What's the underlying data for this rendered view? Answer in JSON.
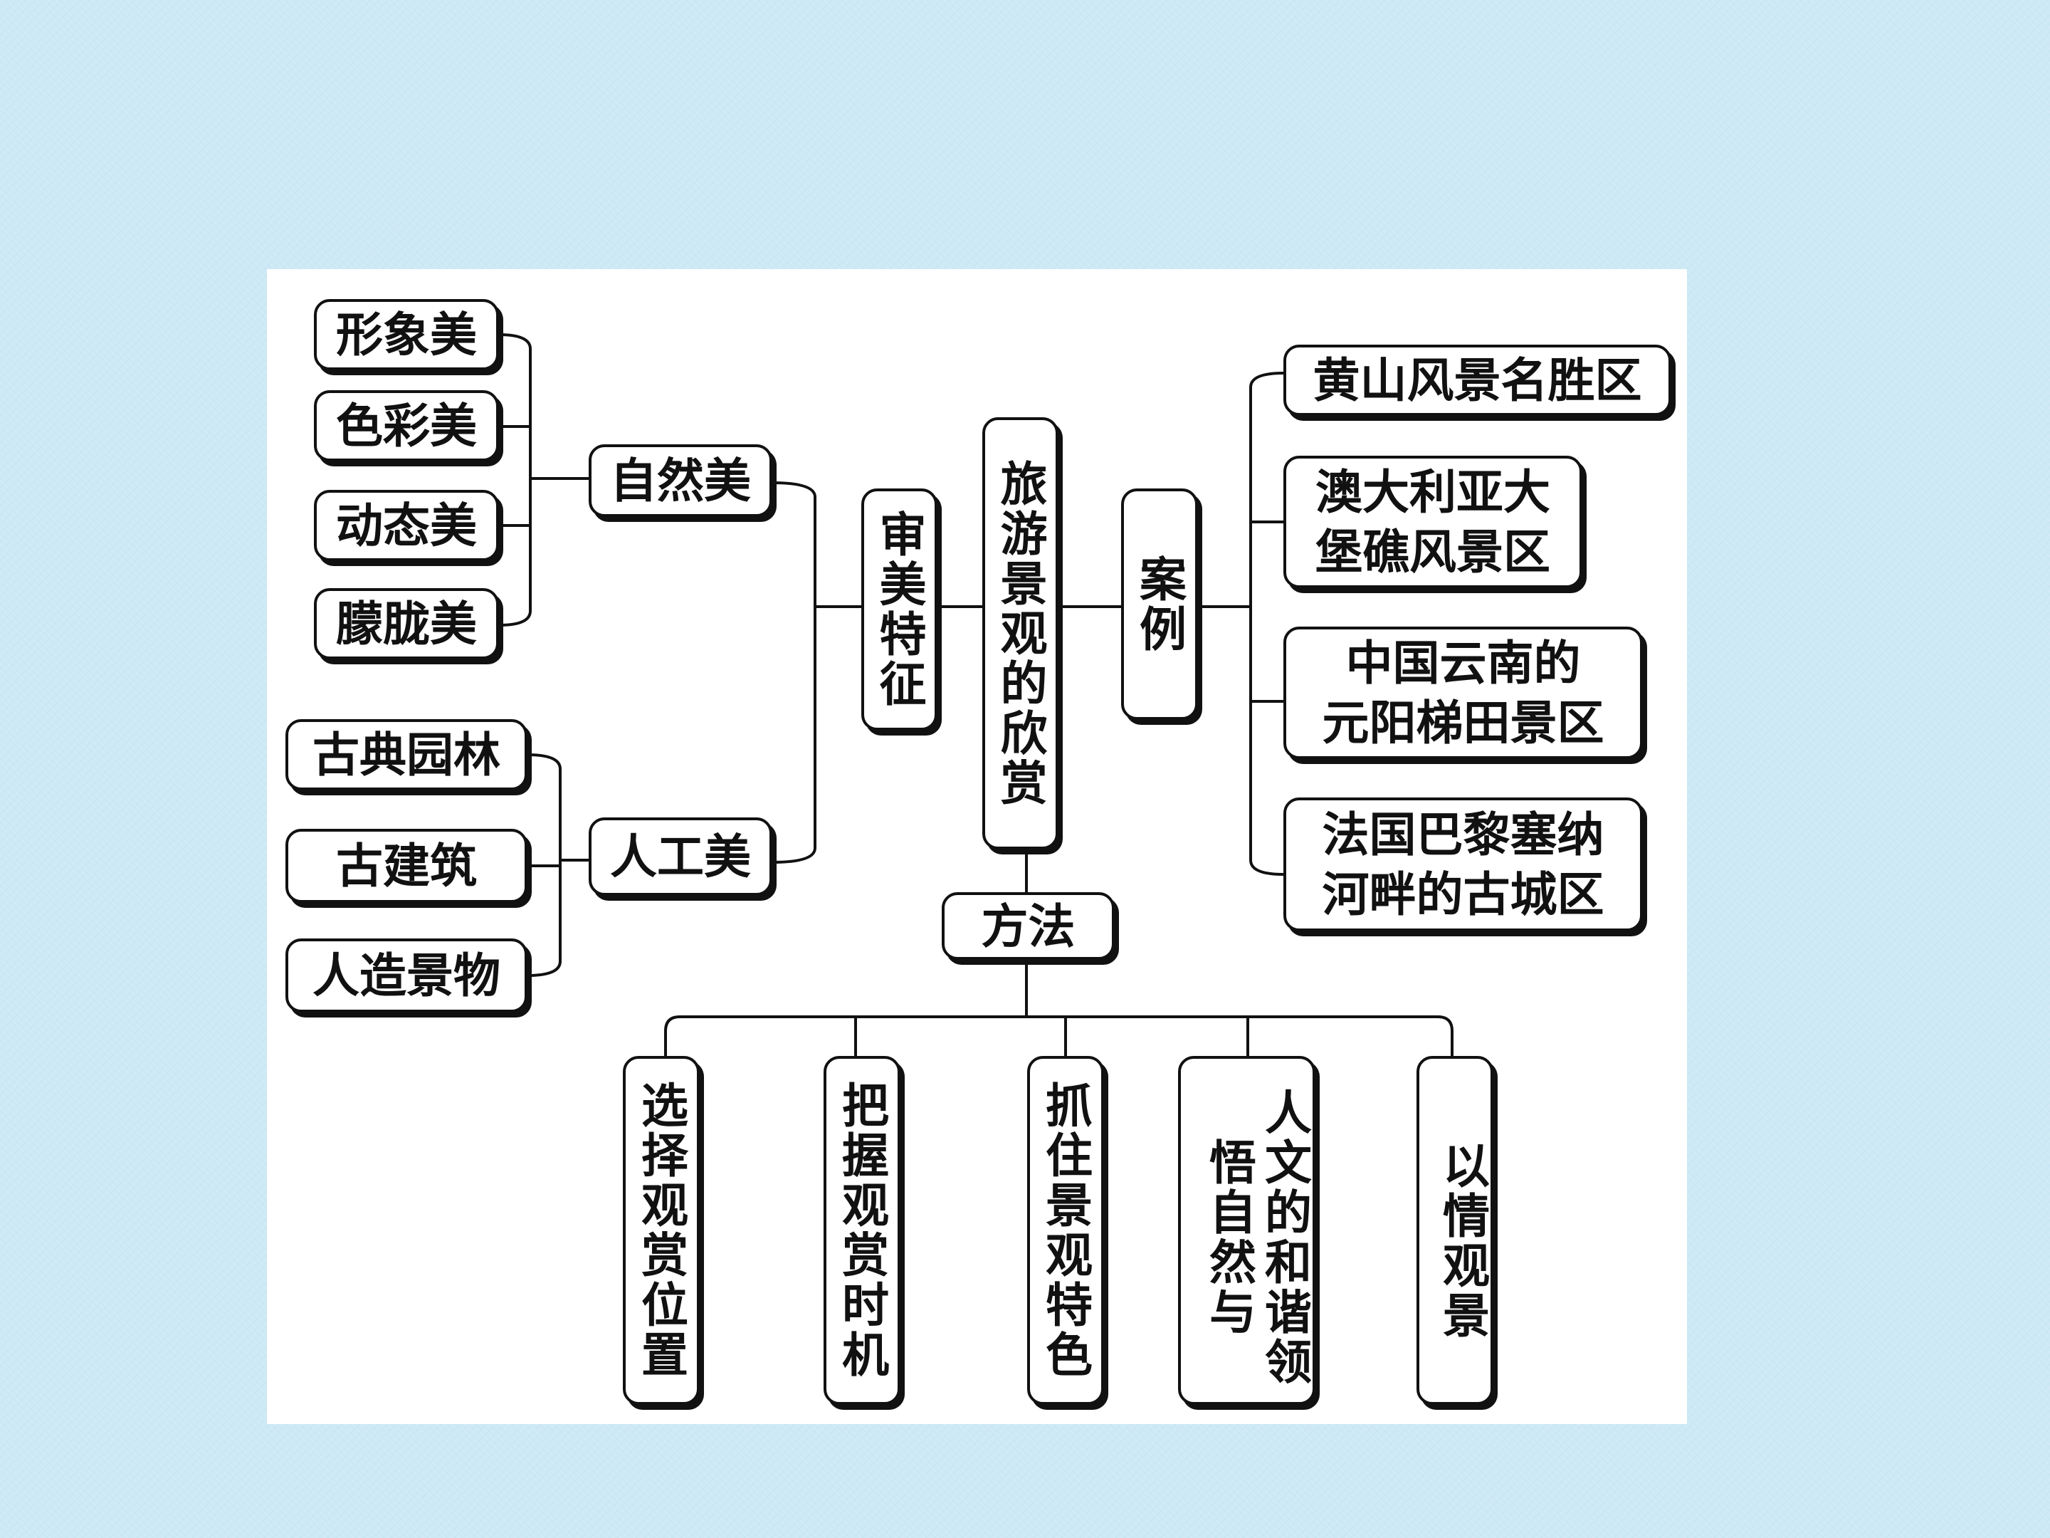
{
  "center": "旅游景观的欣赏",
  "branches": {
    "aesthetic": {
      "label": "审美特征",
      "natural": {
        "label": "自然美",
        "items": [
          "形象美",
          "色彩美",
          "动态美",
          "朦胧美"
        ]
      },
      "artificial": {
        "label": "人工美",
        "items": [
          "古典园林",
          "古建筑",
          "人造景物"
        ]
      }
    },
    "cases": {
      "label": "案例",
      "items": [
        {
          "lines": [
            "黄山风景名胜区"
          ]
        },
        {
          "lines": [
            "澳大利亚大",
            "堡礁风景区"
          ]
        },
        {
          "lines": [
            "中国云南的",
            "元阳梯田景区"
          ]
        },
        {
          "lines": [
            "法国巴黎塞纳",
            "河畔的古城区"
          ]
        }
      ]
    },
    "methods": {
      "label": "方法",
      "items": [
        "选择观赏位置",
        "把握观赏时机",
        "抓住景观特色",
        "人文的和谐领悟自然与",
        "以情观景"
      ]
    }
  }
}
